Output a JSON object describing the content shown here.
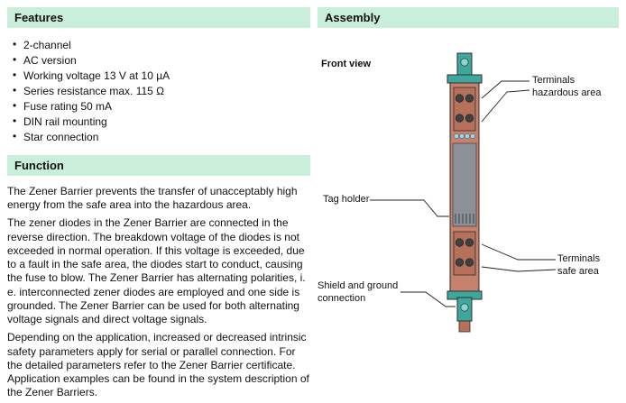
{
  "left": {
    "features": {
      "title": "Features",
      "items": [
        "2-channel",
        "AC version",
        "Working voltage 13 V at 10 µA",
        "Series resistance max. 115 Ω",
        "Fuse rating 50 mA",
        "DIN rail mounting",
        "Star connection"
      ]
    },
    "function": {
      "title": "Function",
      "paragraphs": [
        "The Zener Barrier prevents the transfer of unacceptably high energy from the safe area into the hazardous area.",
        "The zener diodes in the Zener Barrier are connected in the reverse direction. The breakdown voltage of the diodes is not exceeded in normal operation. If this voltage is exceeded, due to a fault in the safe area, the diodes start to conduct, causing the fuse to blow. The Zener Barrier has alternating polarities, i. e. interconnected zener diodes are employed and one side is grounded. The Zener Barrier can be used for both alternating voltage signals and direct voltage signals.",
        "Depending on the application, increased or decreased intrinsic safety parameters apply for serial or parallel connection. For the detailed parameters refer to the Zener Barrier certificate. Application examples can be found in the system description of the Zener Barriers."
      ]
    }
  },
  "right": {
    "title": "Assembly",
    "front_view_label": "Front view",
    "labels": {
      "terminals_hazardous": "Terminals\nhazardous area",
      "tag_holder": "Tag holder",
      "terminals_safe": "Terminals\nsafe area",
      "shield_ground": "Shield and ground\nconnection"
    },
    "colors": {
      "header_bg": "#c9eeda",
      "teal": "#3fa89e",
      "clamp_screw": "#8ed4cc",
      "copper": "#c5816b",
      "copper_dark": "#b7705a",
      "gray": "#8b9197",
      "led_blue": "#8fd9f2",
      "terminal_dark": "#3c4146"
    }
  }
}
